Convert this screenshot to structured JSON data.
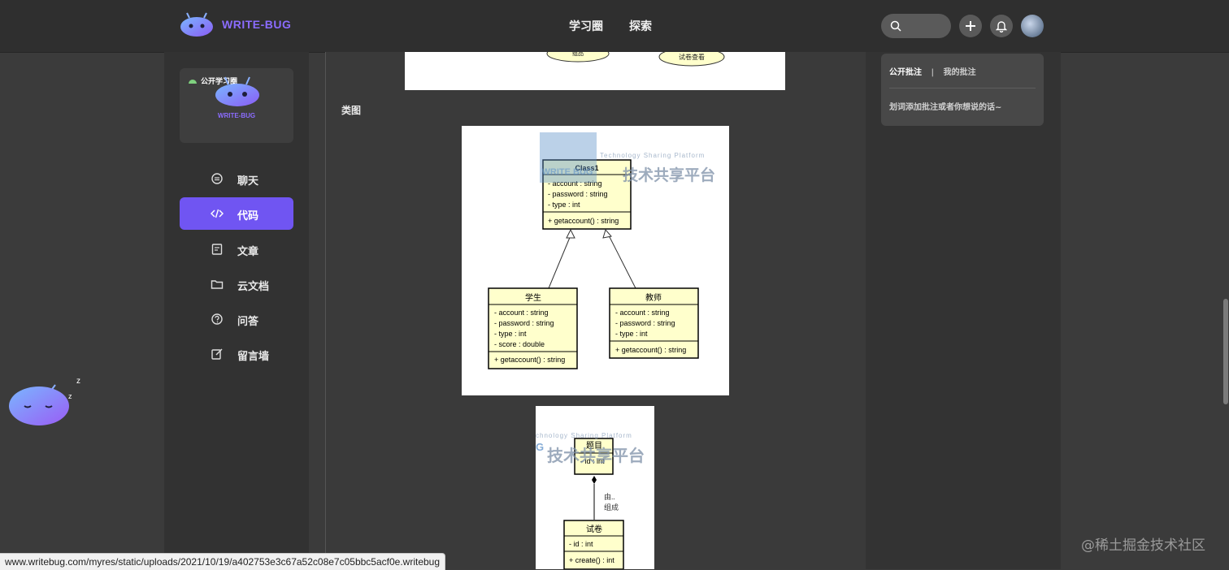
{
  "brand": {
    "name": "WRITE-BUG"
  },
  "nav": {
    "items": [
      "学习圈",
      "探索"
    ]
  },
  "sidebar": {
    "card_label": "公开学习圈",
    "card_brand": "WRITE-BUG",
    "items": [
      {
        "label": "聊天",
        "icon": "chat-icon"
      },
      {
        "label": "代码",
        "icon": "code-icon",
        "active": true
      },
      {
        "label": "文章",
        "icon": "article-icon"
      },
      {
        "label": "云文档",
        "icon": "folder-icon"
      },
      {
        "label": "问答",
        "icon": "question-icon"
      },
      {
        "label": "留言墙",
        "icon": "edit-icon"
      }
    ]
  },
  "content": {
    "section_title": "类图",
    "top_diagram": {
      "labels": [
        "组品",
        "试卷查看"
      ]
    },
    "class_diagram": {
      "watermark": {
        "en": "Technology Sharing Platform",
        "cn": "技术共享平台",
        "logo": "WRITE BUG"
      },
      "parent": {
        "name": "Class1",
        "attrs": [
          "- account : string",
          "- password : string",
          "- type : int"
        ],
        "ops": [
          "+ getaccount() : string"
        ]
      },
      "student": {
        "name": "学生",
        "attrs": [
          "- account : string",
          "- password : string",
          "- type : int",
          "- score : double"
        ],
        "ops": [
          "+ getaccount() : string"
        ]
      },
      "teacher": {
        "name": "教师",
        "attrs": [
          "- account : string",
          "- password : string",
          "- type : int"
        ],
        "ops": [
          "+ getaccount() : string"
        ]
      }
    },
    "composition_diagram": {
      "watermark": {
        "en": "chnology Sharing Platform",
        "cn": "技术共享平台",
        "logo": "G"
      },
      "top": {
        "name": "题目",
        "attrs": [
          "- id : int"
        ]
      },
      "relation": [
        "由..",
        "组成"
      ],
      "bottom": {
        "name": "试卷",
        "attrs": [
          "- id : int"
        ],
        "ops": [
          "+ create() : int"
        ]
      }
    }
  },
  "annotations": {
    "tab_public": "公开批注",
    "separator": "|",
    "tab_mine": "我的批注",
    "hint": "划词添加批注或者你想说的话~"
  },
  "statusbar": {
    "url": "www.writebug.com/myres/static/uploads/2021/10/19/a402753e3c67a52c08e7c05bbc5acf0e.writebug"
  },
  "watermark_corner": "@稀土掘金技术社区",
  "colors": {
    "accent": "#7055f2",
    "brand": "#8b6cff",
    "uml_fill": "#ffffcc"
  }
}
